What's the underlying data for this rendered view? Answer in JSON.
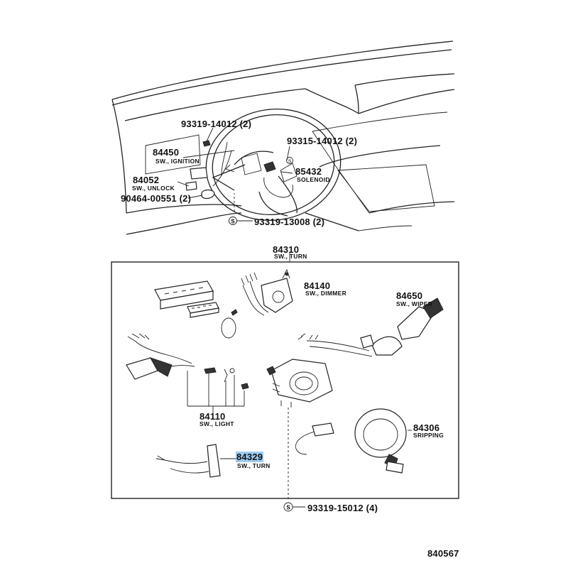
{
  "top_view": {
    "labels": [
      {
        "id": "p93319a",
        "number": "93319-14012 (2)",
        "sub": ""
      },
      {
        "id": "p84450",
        "number": "84450",
        "sub": "SW., IGNITION"
      },
      {
        "id": "p84052",
        "number": "84052",
        "sub": "SW., UNLOCK"
      },
      {
        "id": "p90464",
        "number": "90464-00551 (2)",
        "sub": ""
      },
      {
        "id": "p93315",
        "number": "93315-14012 (2)",
        "sub": ""
      },
      {
        "id": "p85432",
        "number": "85432",
        "sub": "SOLENOID"
      },
      {
        "id": "p93319b",
        "number": "93319-13008 (2)",
        "sub": ""
      }
    ],
    "s_mark": "S"
  },
  "assembly": {
    "number": "84310",
    "sub": "SW., TURN",
    "parts": [
      {
        "id": "p84140",
        "number": "84140",
        "sub": "SW., DIMMER"
      },
      {
        "id": "p84650",
        "number": "84650",
        "sub": "SW., WIPER"
      },
      {
        "id": "p84110",
        "number": "84110",
        "sub": "SW., LIGHT"
      },
      {
        "id": "p84306",
        "number": "84306",
        "sub": "SRIPPING"
      },
      {
        "id": "p84329",
        "number": "84329",
        "sub": "SW., TURN",
        "highlighted": true
      }
    ],
    "screw": {
      "number": "93319-15012 (4)",
      "mark": "S"
    }
  },
  "diagram_code": "840567",
  "colors": {
    "highlight": "#9ecbf2",
    "ink": "#222222"
  }
}
